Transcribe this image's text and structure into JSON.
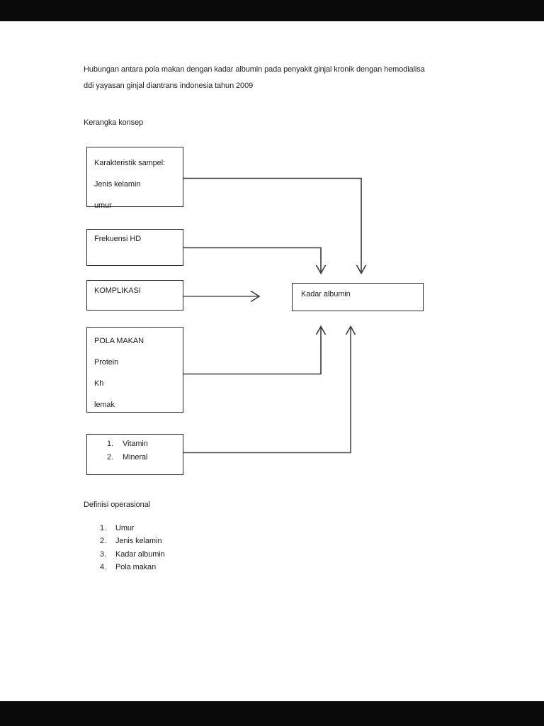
{
  "document": {
    "title_line1": "Hubungan antara pola makan dengan kadar albumin pada penyakit ginjal kronik dengan hemodialisa",
    "title_line2": "ddi yayasan ginjal diantrans indonesia tahun 2009",
    "kerangka_heading": "Kerangka konsep",
    "definisi_heading": "Definisi operasional"
  },
  "diagram": {
    "karakteristik_box": {
      "title": "Karakteristik sampel:",
      "line2": "Jenis kelamin",
      "line3": "umur"
    },
    "frekuensi_box": {
      "label": "Frekuensi HD"
    },
    "komplikasi_box": {
      "label": "KOMPLIKASI"
    },
    "kadar_albumin_box": {
      "label": "Kadar albumin"
    },
    "pola_makan_box": {
      "title": "POLA MAKAN",
      "line2": "Protein",
      "line3": "Kh",
      "line4": "lemak"
    },
    "vitamin_mineral_box": {
      "items": [
        {
          "num": "1.",
          "label": "Vitamin"
        },
        {
          "num": "2.",
          "label": "Mineral"
        }
      ]
    }
  },
  "definisi_list": [
    {
      "num": "1.",
      "label": "Umur"
    },
    {
      "num": "2.",
      "label": "Jenis kelamin"
    },
    {
      "num": "3.",
      "label": "Kadar albumin"
    },
    {
      "num": "4.",
      "label": "Pola makan"
    }
  ],
  "colors": {
    "page_background": "#ffffff",
    "frame_background": "#0a0a0a",
    "text": "#212121",
    "line": "#3a3a3a"
  }
}
